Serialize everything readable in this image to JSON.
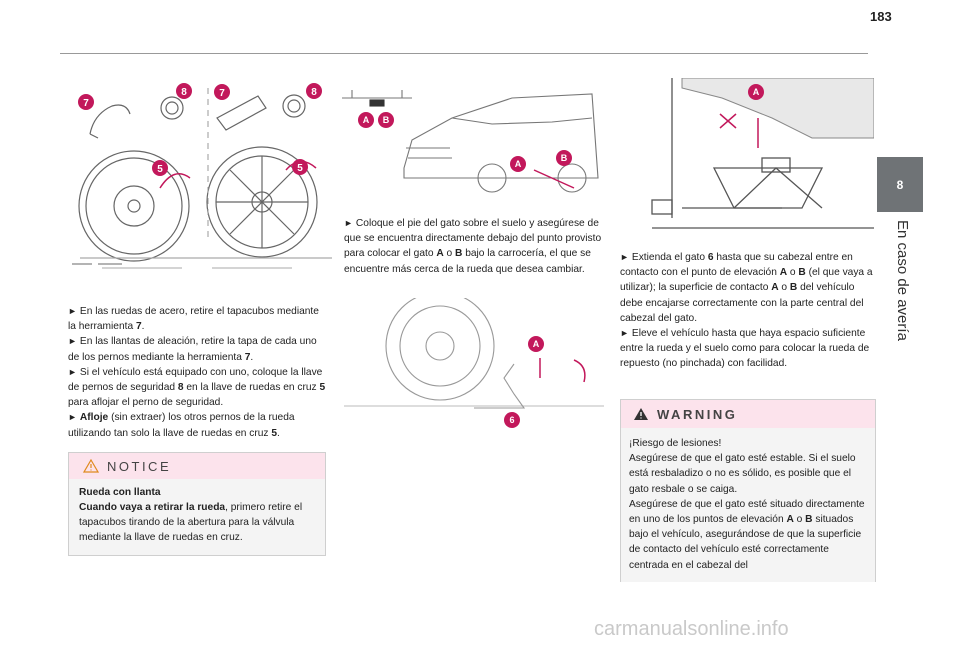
{
  "page": {
    "number": "183"
  },
  "side_tab": {
    "chapter_number": "8",
    "chapter_title": "En caso de avería"
  },
  "column1": {
    "figure": {
      "labels": [
        "7",
        "8",
        "7",
        "8",
        "5",
        "5"
      ]
    },
    "items": [
      {
        "pre": "En las ruedas de acero, retire el tapacubos mediante la herramienta ",
        "bold": "7",
        "post": "."
      },
      {
        "pre": "En las llantas de aleación, retire la tapa de cada uno de los pernos mediante la herramienta ",
        "bold": "7",
        "post": "."
      },
      {
        "pre": "Si el vehículo está equipado con uno, coloque la llave de pernos de seguridad ",
        "bold": "8",
        "mid": " en la llave de ruedas en cruz ",
        "bold2": "5",
        "post": " para aflojar el perno de seguridad."
      },
      {
        "lead_bold": "Afloje",
        "pre": " (sin extraer) los otros pernos de la rueda utilizando tan solo la llave de ruedas en cruz ",
        "bold": "5",
        "post": "."
      }
    ],
    "bullet": "►"
  },
  "notice": {
    "title": "NOTICE",
    "icon": "warning-triangle-icon",
    "line1_bold": "Rueda con llanta",
    "line2_bold": "Cuando vaya a retirar la rueda",
    "line2_rest": ", primero retire el tapacubos tirando de la abertura para la válvula mediante la llave de ruedas en cruz."
  },
  "column2": {
    "figure_top": {
      "labels": [
        "A",
        "B",
        "A",
        "B"
      ]
    },
    "item": {
      "pre": "Coloque el pie del gato sobre el suelo y asegúrese de que se encuentra directamente debajo del punto provisto para colocar el gato ",
      "b1": "A",
      "mid": " o ",
      "b2": "B",
      "post": " bajo la carrocería, el que se encuentre más cerca de la rueda que desea cambiar."
    },
    "figure_bottom": {
      "labels": [
        "A",
        "6"
      ]
    }
  },
  "column3": {
    "figure": {
      "labels": [
        "A"
      ]
    },
    "items": [
      {
        "pre": "Extienda el gato ",
        "b1": "6",
        "mid": " hasta que su cabezal entre en contacto con el punto de elevación ",
        "b2": "A",
        "mid2": " o ",
        "b3": "B",
        "post": " (el que vaya a utilizar); la superficie de contacto ",
        "b4": "A",
        "mid3": " o ",
        "b5": "B",
        "post2": " del vehículo debe encajarse correctamente con la parte central del cabezal del gato."
      },
      {
        "pre": "Eleve el vehículo hasta que haya espacio suficiente entre la rueda y el suelo como para colocar la rueda de repuesto (no pinchada) con facilidad."
      }
    ]
  },
  "warning": {
    "title": "WARNING",
    "icon": "warning-triangle-icon",
    "p1": "¡Riesgo de lesiones!",
    "p2": "Asegúrese de que el gato esté estable. Si el suelo está resbaladizo o no es sólido, es posible que el gato resbale o se caiga.",
    "p3_pre": "Asegúrese de que el gato esté situado directamente en uno de los puntos de elevación ",
    "p3_b1": "A",
    "p3_mid": " o ",
    "p3_b2": "B",
    "p3_post": " situados bajo el vehículo, asegurándose de que la superficie de contacto del vehículo esté correctamente centrada en el cabezal del"
  },
  "watermark": "carmanualsonline.info",
  "colors": {
    "accent_magenta": "#c2185b",
    "notice_header": "#fce3ec",
    "tab_grey": "#6f7376"
  }
}
